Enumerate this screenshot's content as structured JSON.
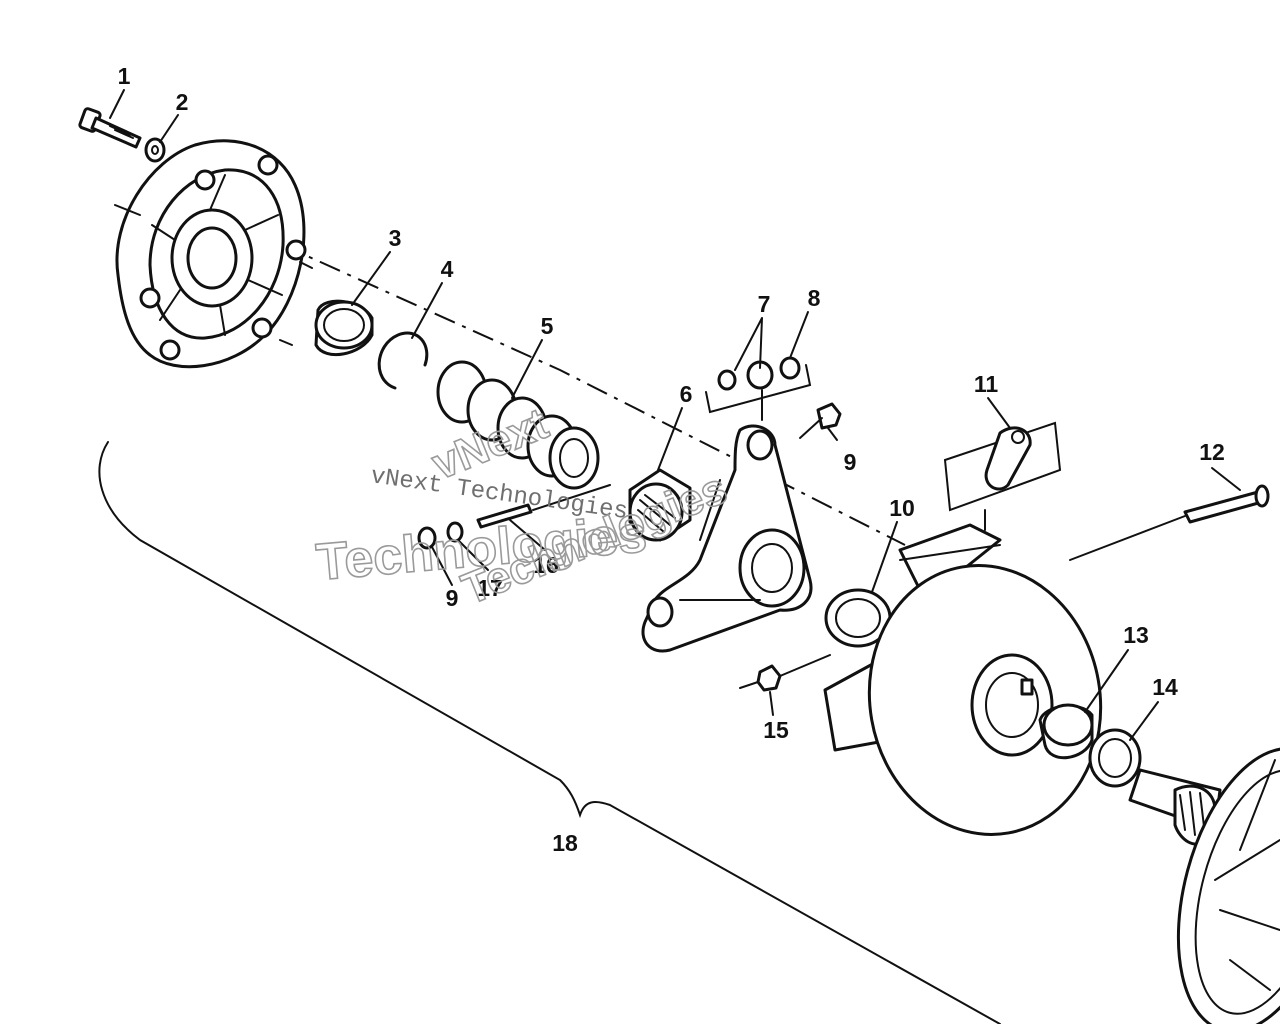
{
  "callouts": [
    {
      "id": "1",
      "text": "1"
    },
    {
      "id": "2",
      "text": "2"
    },
    {
      "id": "3",
      "text": "3"
    },
    {
      "id": "4",
      "text": "4"
    },
    {
      "id": "5",
      "text": "5"
    },
    {
      "id": "6",
      "text": "6"
    },
    {
      "id": "7",
      "text": "7"
    },
    {
      "id": "8",
      "text": "8"
    },
    {
      "id": "9a",
      "text": "9"
    },
    {
      "id": "9b",
      "text": "9"
    },
    {
      "id": "10",
      "text": "10"
    },
    {
      "id": "11",
      "text": "11"
    },
    {
      "id": "12",
      "text": "12"
    },
    {
      "id": "13",
      "text": "13"
    },
    {
      "id": "14",
      "text": "14"
    },
    {
      "id": "15",
      "text": "15"
    },
    {
      "id": "16",
      "text": "16"
    },
    {
      "id": "17",
      "text": "17"
    },
    {
      "id": "18",
      "text": "18"
    }
  ],
  "watermark": {
    "line1": "vNext Technologies",
    "line2": "vNext",
    "line3": "Technologies",
    "line4": "Technologies"
  }
}
